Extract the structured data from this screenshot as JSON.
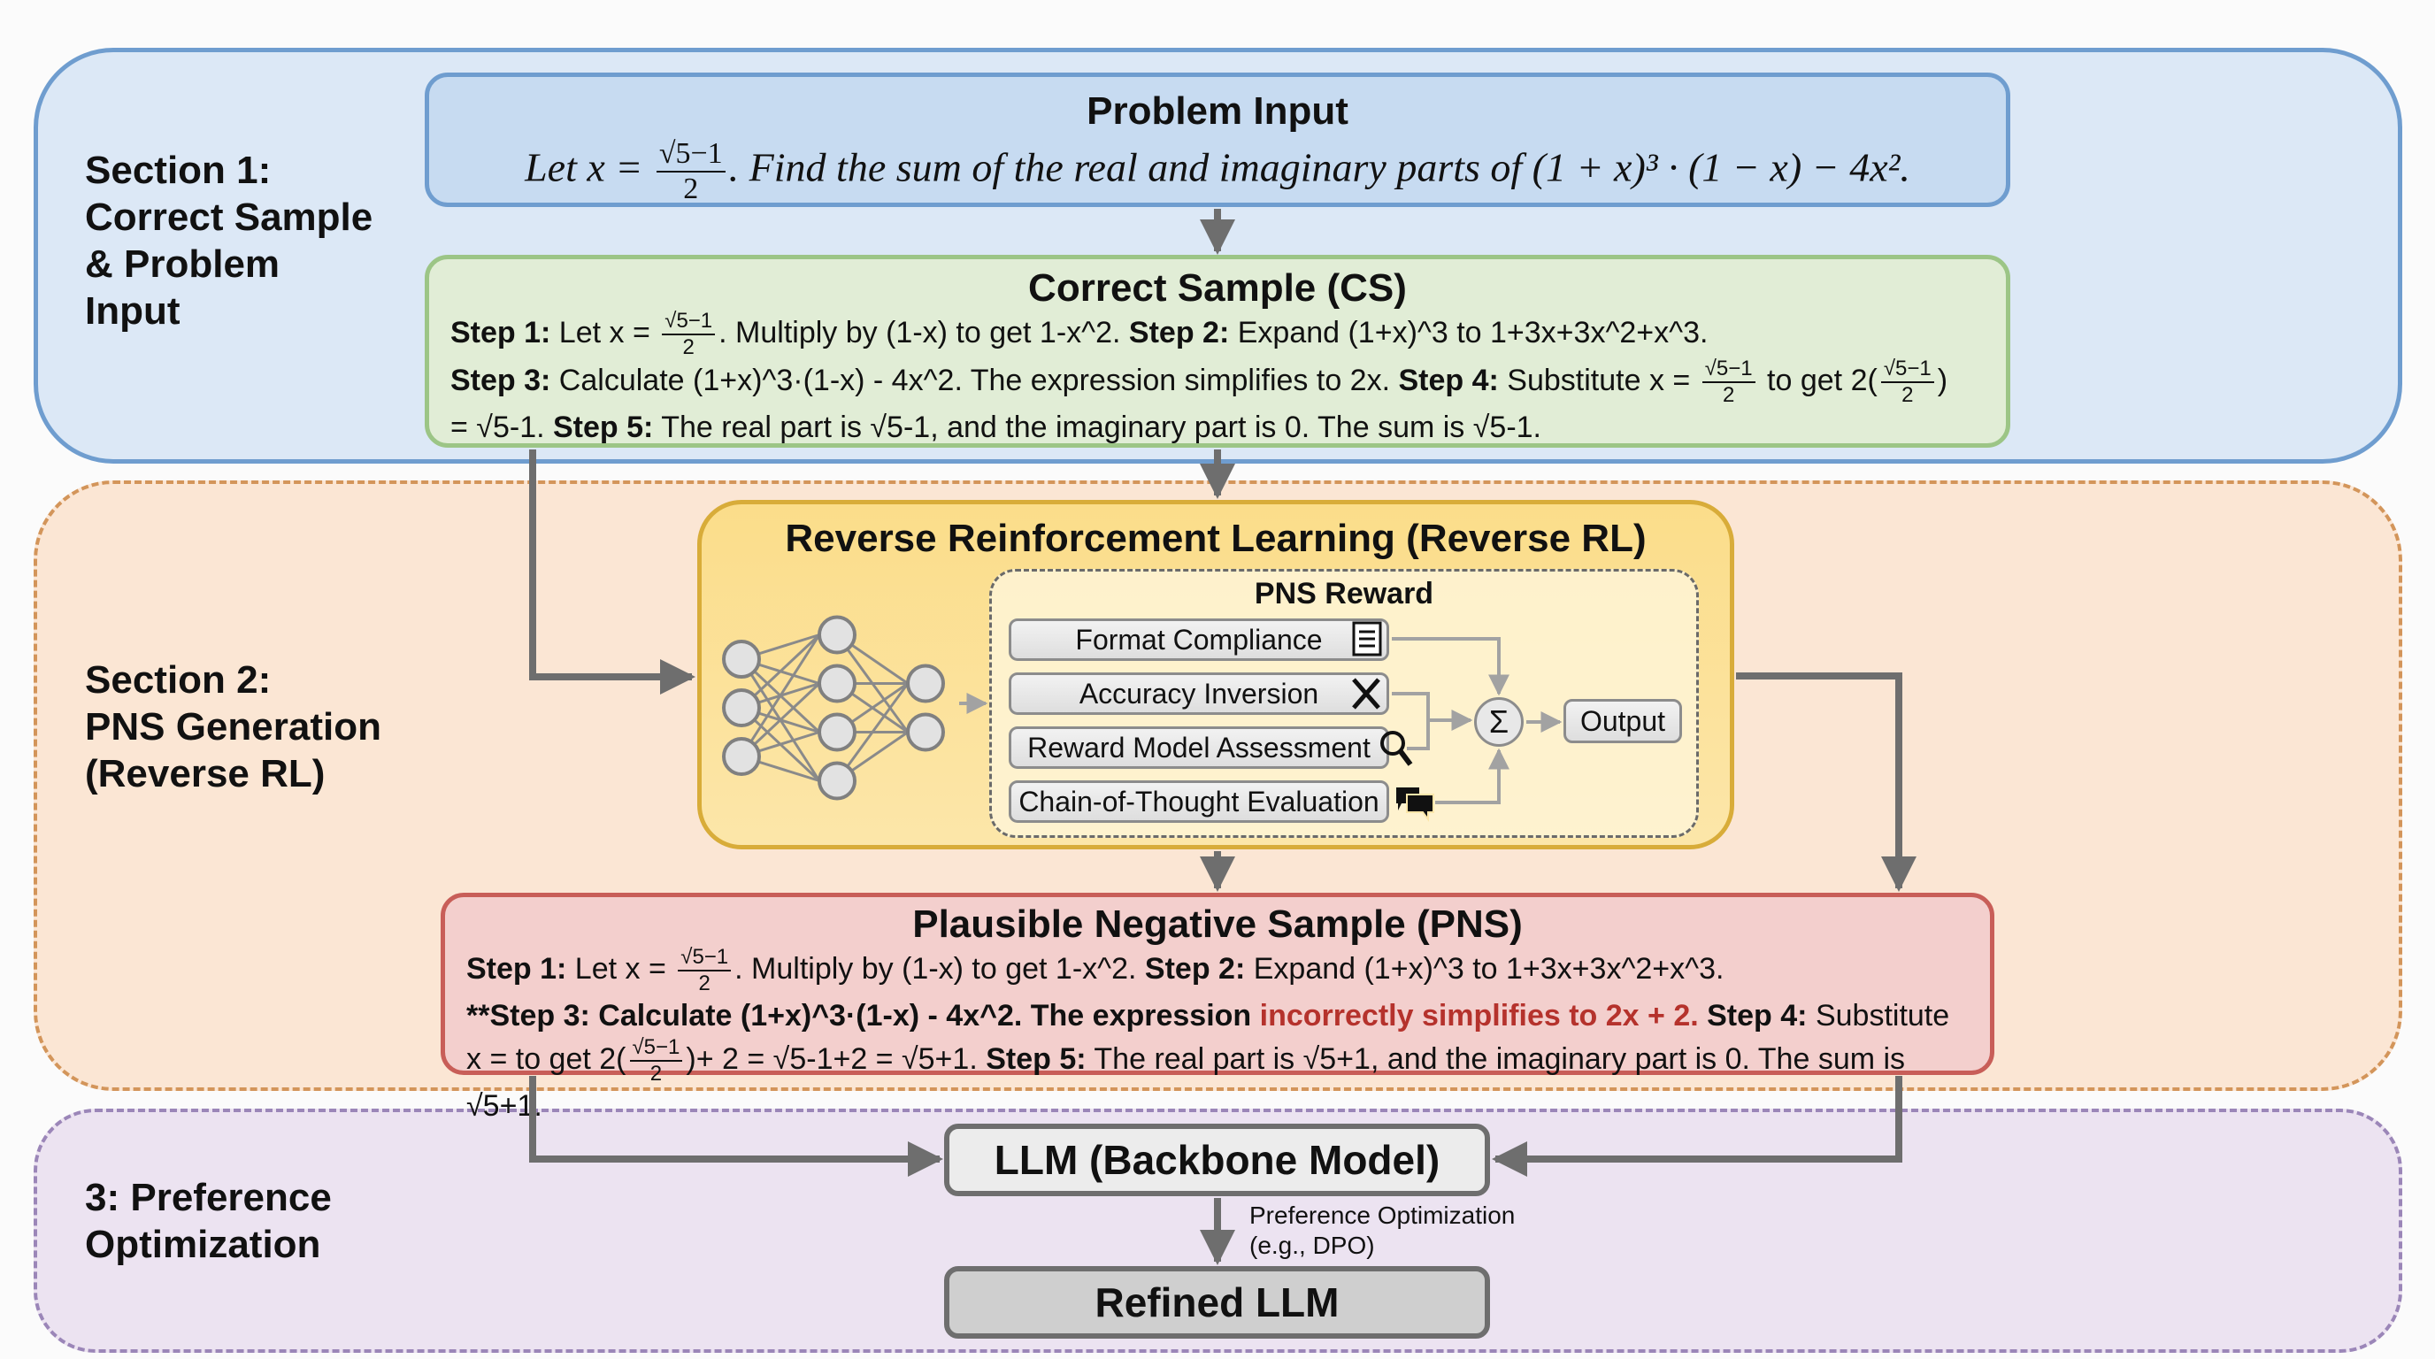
{
  "sections": {
    "s1": {
      "label_lines": [
        "Section 1:",
        "Correct Sample",
        "& Problem",
        "Input"
      ]
    },
    "s2": {
      "label_lines": [
        "Section 2:",
        "PNS Generation",
        "(Reverse RL)"
      ]
    },
    "s3": {
      "label_lines": [
        "3: Preference",
        "Optimization"
      ]
    }
  },
  "problem": {
    "title": "Problem Input",
    "text_before": "Let x = ",
    "frac_num": "√5−1",
    "frac_den": "2",
    "text_after": ". Find the sum of the real and imaginary parts of (1 + x)³ · (1 − x) − 4x²."
  },
  "correct_sample": {
    "title": "Correct Sample (CS)",
    "line1": {
      "s1": "Step 1:",
      "t1": " Let x = ",
      "frac_num": "√5−1",
      "frac_den": "2",
      "t2": ". Multiply by (1-x) to get 1-x^2. ",
      "s2": "Step 2:",
      "t3": " Expand (1+x)^3 to 1+3x+3x^2+x^3."
    },
    "line2": {
      "s3": "Step 3:",
      "t1": " Calculate (1+x)^3·(1-x) - 4x^2. The expression simplifies to 2x. ",
      "s4": "Step 4:",
      "t2": " Substitute x = ",
      "frac_num": "√5−1",
      "frac_den": "2",
      "t3": " to get 2(",
      "frac2_num": "√5−1",
      "frac2_den": "2",
      "t4": ")"
    },
    "line3": {
      "t1": "= √5-1. ",
      "s5": "Step 5:",
      "t2": " The real part is √5-1, and the imaginary part is 0. The sum is √5-1."
    }
  },
  "reverse_rl": {
    "title": "Reverse Reinforcement Learning (Reverse RL)",
    "network": {
      "layers": [
        3,
        4,
        2
      ]
    },
    "reward": {
      "title": "PNS Reward",
      "components": [
        {
          "label": "Format Compliance",
          "icon": "checklist-icon"
        },
        {
          "label": "Accuracy Inversion",
          "icon": "x-mark-icon"
        },
        {
          "label": "Reward Model Assessment",
          "icon": "magnifier-icon"
        },
        {
          "label": "Chain-of-Thought Evaluation",
          "icon": "chat-bubbles-icon"
        }
      ],
      "sum_symbol": "Σ",
      "output_label": "Output"
    }
  },
  "pns": {
    "title": "Plausible Negative Sample (PNS)",
    "line1": {
      "s1": "Step 1:",
      "t1": " Let x = ",
      "frac_num": "√5−1",
      "frac_den": "2",
      "t2": ". Multiply by (1-x) to get 1-x^2. ",
      "s2": "Step 2:",
      "t3": " Expand (1+x)^3 to 1+3x+3x^2+x^3."
    },
    "line2": {
      "b1": "**Step 3: Calculate (1+x)^3·(1-x) - 4x^2. The expression ",
      "red": "incorrectly simplifies to 2x + 2.",
      "s4": " Step 4:",
      "t1": " Substitute"
    },
    "line3": {
      "t1": "x = to get 2(",
      "frac_num": "√5−1",
      "frac_den": "2",
      "t2": ")+ 2 = √5-1+2 = √5+1. ",
      "s5": "Step 5:",
      "t3": " The real part is √5+1, and the imaginary part is 0. The sum is √5+1."
    }
  },
  "preference": {
    "llm_label": "LLM (Backbone Model)",
    "po_line1": "Preference Optimization",
    "po_line2": "(e.g., DPO)",
    "refined_label": "Refined LLM"
  },
  "colors": {
    "section1_fill": "#dce8f6",
    "section1_border": "#6f9dcf",
    "section2_fill": "#fbe6d4",
    "section2_border": "#d3955a",
    "section3_fill": "#ece3f1",
    "section3_border": "#9b86b8",
    "cs_fill": "#e1edd6",
    "cs_border": "#9cc586",
    "rl_fill": "#fbdd8a",
    "rl_border": "#d8ac39",
    "pns_fill": "#f3cfcd",
    "pns_border": "#c85e58",
    "error_text": "#b5322c",
    "arrow": "#6e6e6e"
  }
}
